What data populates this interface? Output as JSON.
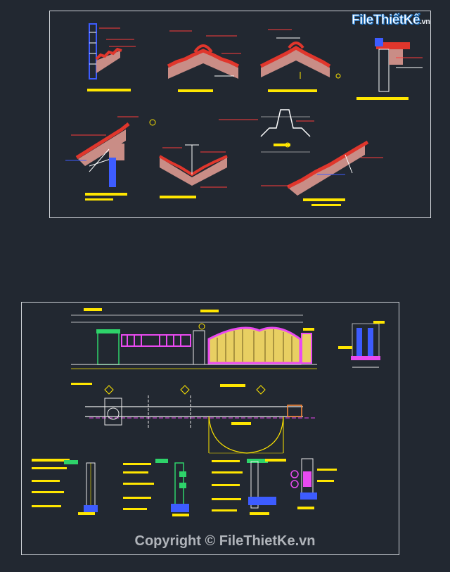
{
  "watermark": {
    "logo_file": "File",
    "logo_thiet": "Thiết",
    "logo_ke": "Kế",
    "logo_domain": ".vn",
    "copyright": "Copyright © FileThietKe.vn"
  },
  "colors": {
    "background": "#222831",
    "frame": "#cfd3d8",
    "roof_tile": "#e0362c",
    "hatch": "#c98d86",
    "label_yellow": "#ffe600",
    "annotation_red": "#ff3b3b",
    "annotation_cyan": "#59e0ff",
    "gate_magenta": "#e94af0",
    "gate_infill": "#e8cf62",
    "green": "#2ed36a",
    "blue": "#3d5cff",
    "line_white": "#e9e9e9"
  },
  "drawings": {
    "sheet_top": "roof-tile construction details",
    "sheet_bottom": "gate and fence elevation, plan and sections"
  }
}
